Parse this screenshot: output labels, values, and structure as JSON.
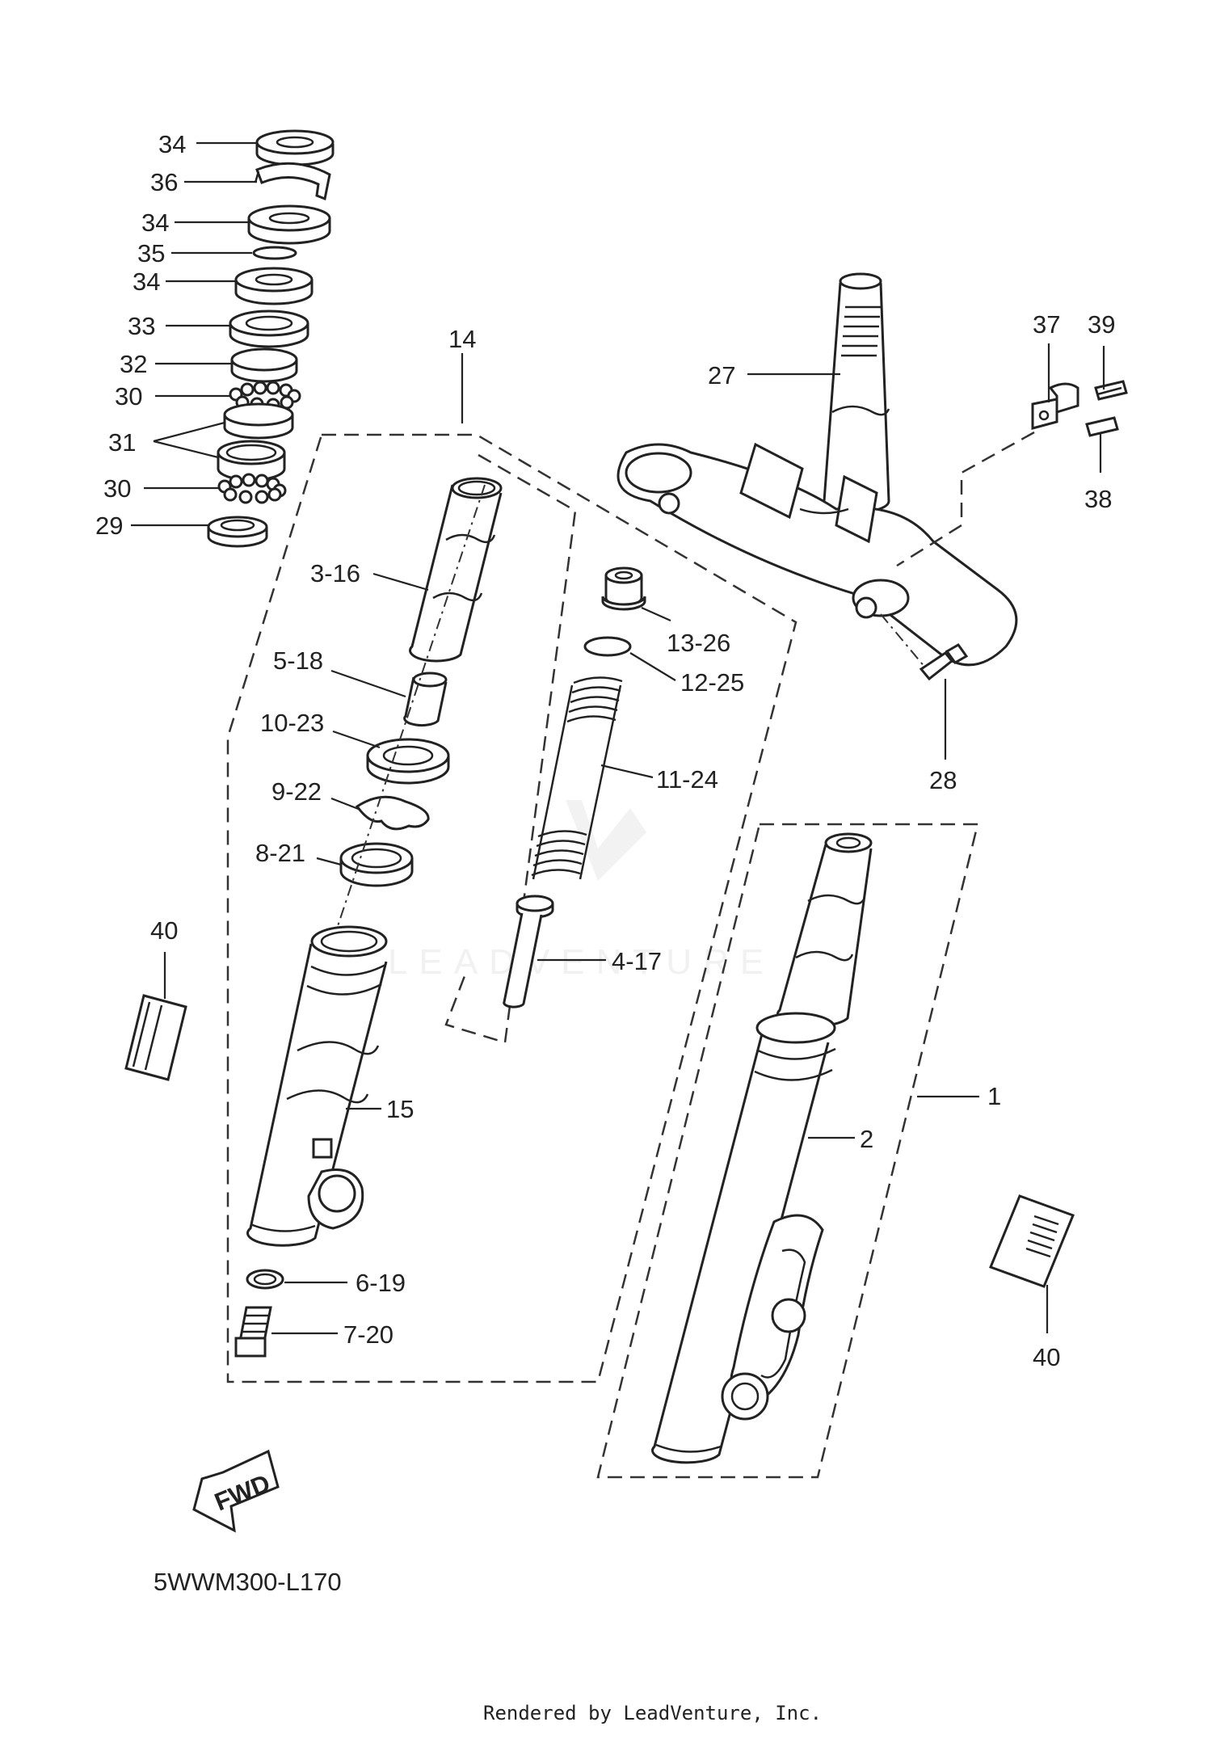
{
  "diagram": {
    "drawing_code": "5WWM300-L170",
    "footer": "Rendered by LeadVenture, Inc.",
    "watermark": "LEADVENTURE",
    "fwd_label": "FWD",
    "callouts": {
      "c34a": "34",
      "c36": "36",
      "c34b": "34",
      "c35": "35",
      "c34c": "34",
      "c33": "33",
      "c32": "32",
      "c30a": "30",
      "c31": "31",
      "c30b": "30",
      "c29": "29",
      "c14": "14",
      "c3_16": "3-16",
      "c5_18": "5-18",
      "c10_23": "10-23",
      "c9_22": "9-22",
      "c8_21": "8-21",
      "c40a": "40",
      "c15": "15",
      "c6_19": "6-19",
      "c7_20": "7-20",
      "c13_26": "13-26",
      "c12_25": "12-25",
      "c11_24": "11-24",
      "c4_17": "4-17",
      "c27": "27",
      "c37": "37",
      "c39": "39",
      "c38": "38",
      "c28": "28",
      "c1": "1",
      "c2": "2",
      "c40b": "40"
    }
  }
}
